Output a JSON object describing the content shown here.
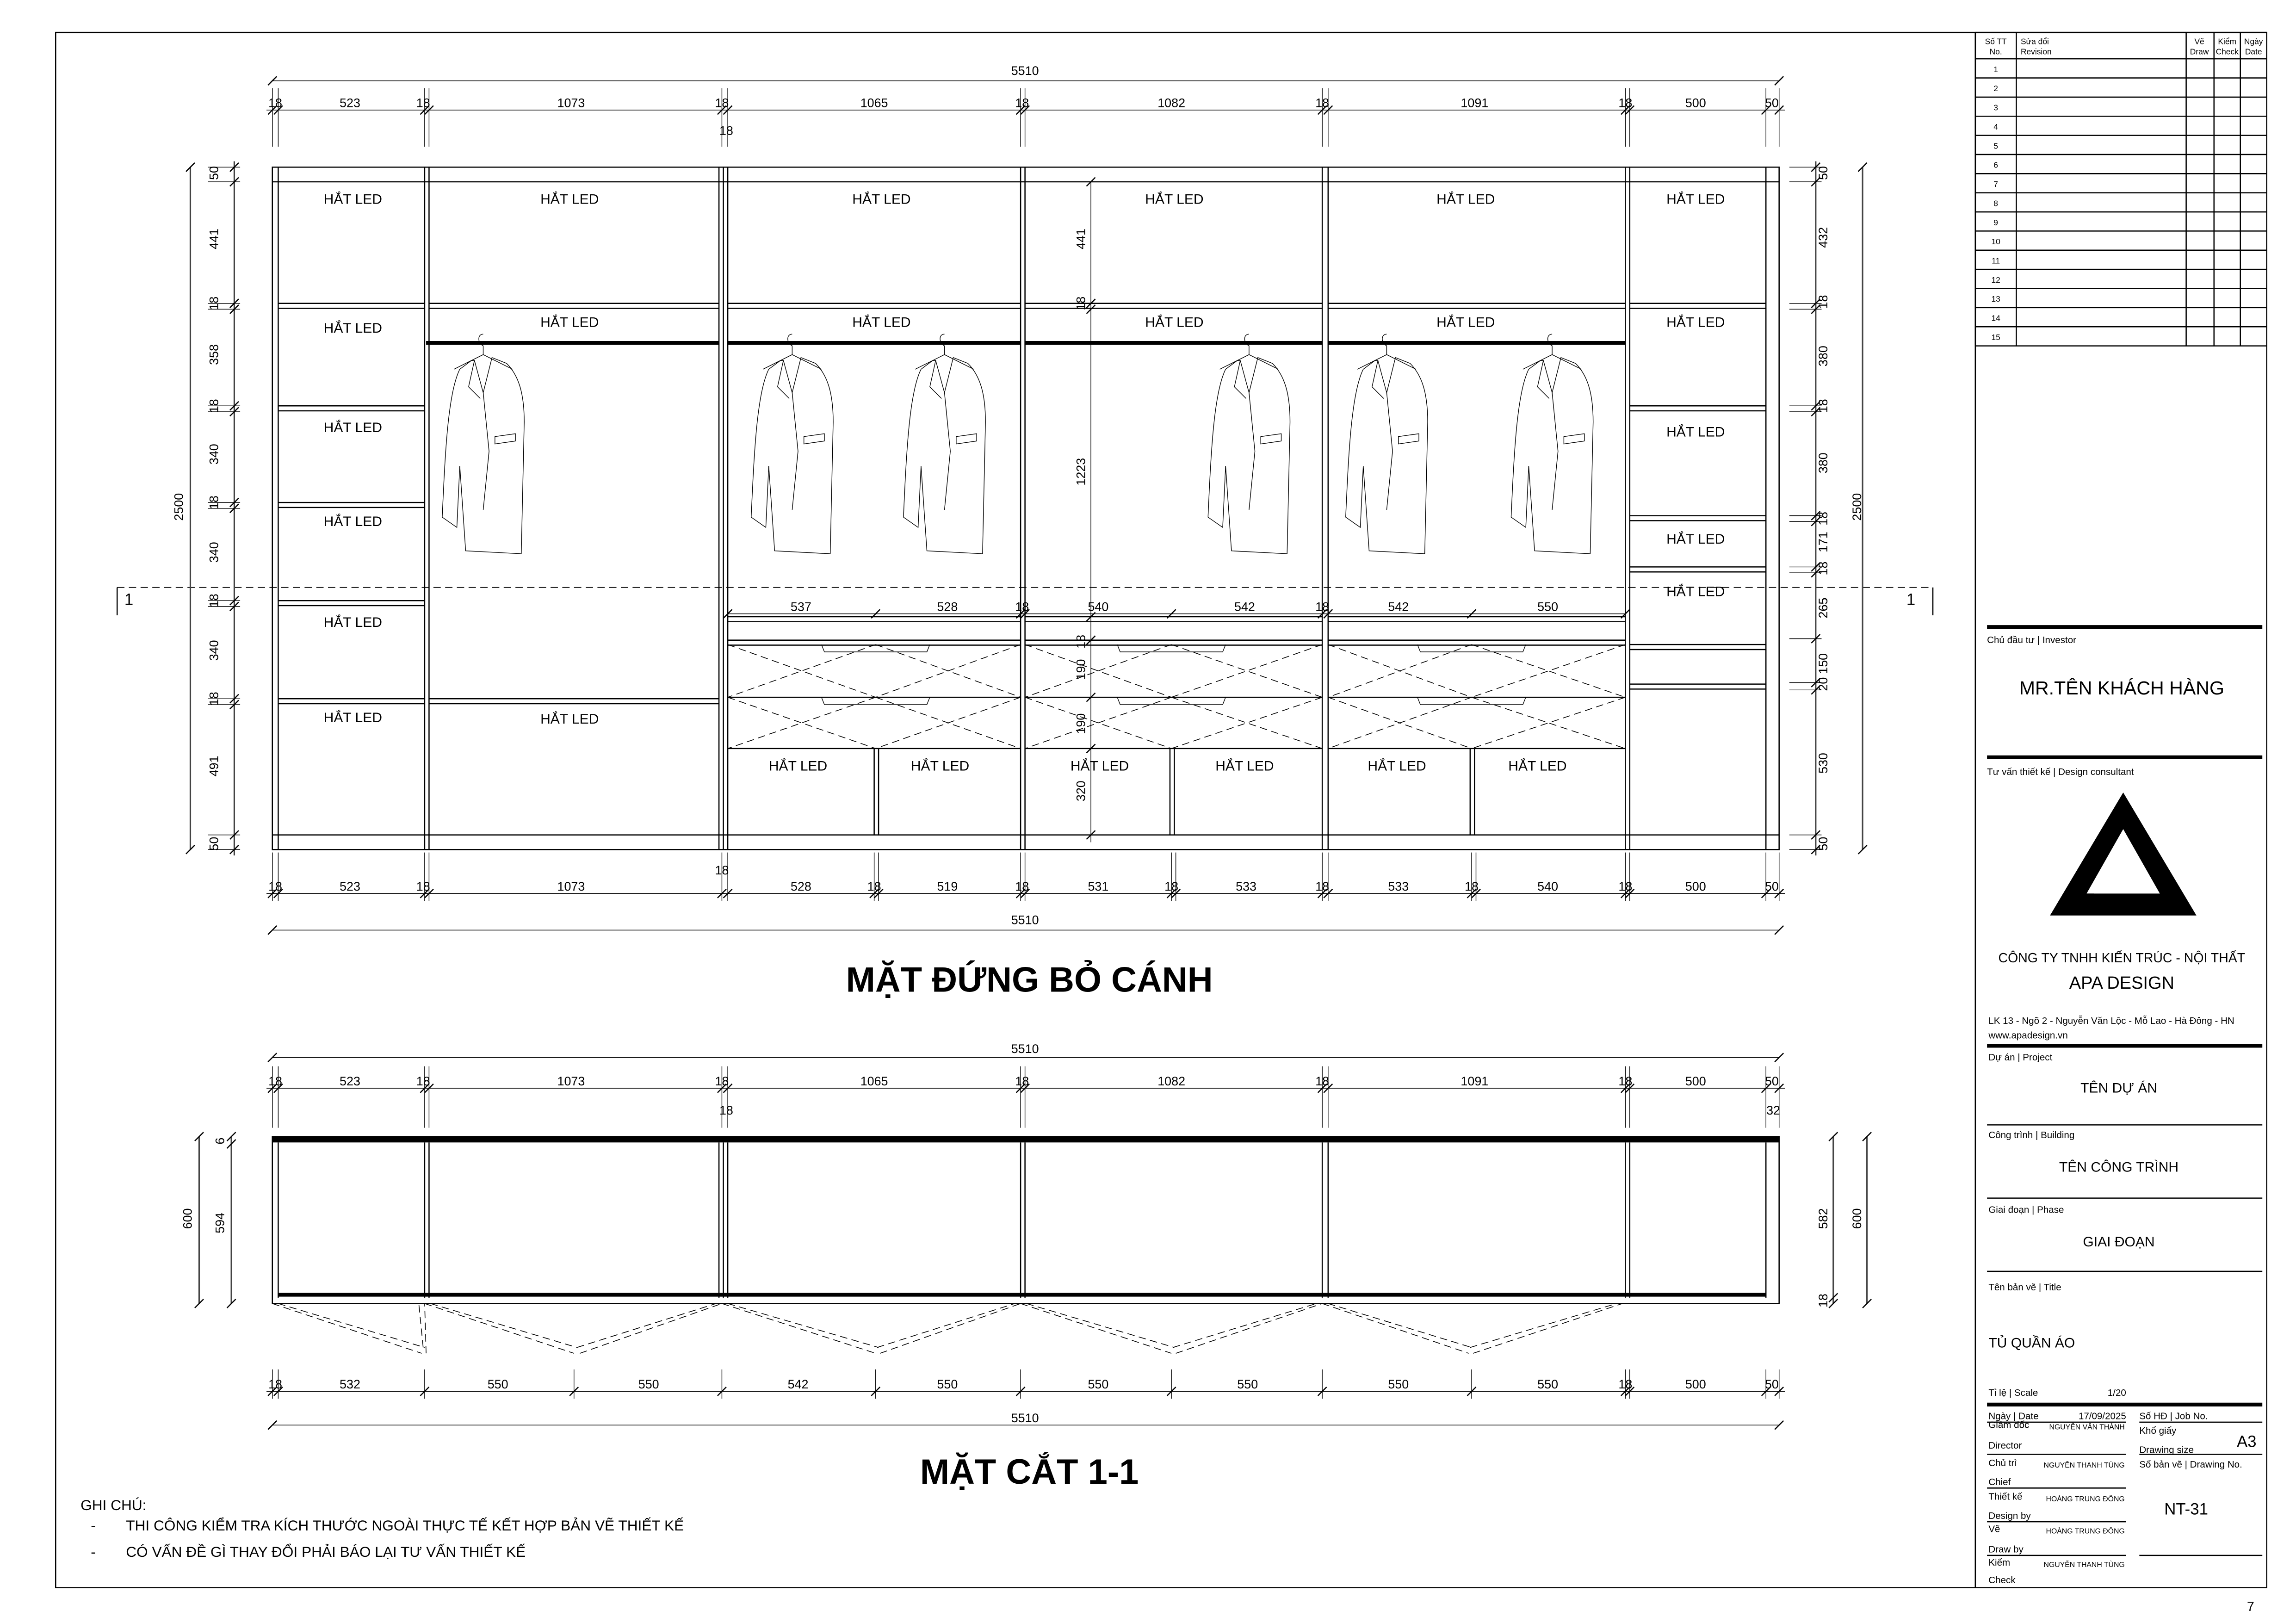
{
  "sheet": {
    "page_number": "7"
  },
  "elevation": {
    "title": "MẶT ĐỨNG BỎ CÁNH",
    "led_label": "HẮT LED",
    "section_marker": "1",
    "overall_width": "5510",
    "overall_height": "2500",
    "top_dims": [
      "18",
      "523",
      "18",
      "1073",
      "18",
      "1065",
      "18",
      "1082",
      "18",
      "1091",
      "18",
      "500",
      "50"
    ],
    "top_extra": "18",
    "bottom_dims": [
      "18",
      "523",
      "18",
      "1073",
      "18",
      "528",
      "18",
      "519",
      "18",
      "531",
      "18",
      "533",
      "18",
      "533",
      "18",
      "540",
      "18",
      "500",
      "50"
    ],
    "left_dims": [
      "50",
      "441",
      "18",
      "358",
      "18",
      "340",
      "18",
      "340",
      "18",
      "340",
      "18",
      "491",
      "50"
    ],
    "right_dims": [
      "50",
      "432",
      "18",
      "380",
      "18",
      "380",
      "18",
      "171",
      "18",
      "265",
      "150",
      "20",
      "530",
      "50"
    ],
    "middle_dims": [
      "441",
      "18",
      "1223",
      "18",
      "190",
      "190",
      "320"
    ],
    "drawer_dims": [
      "537",
      "528",
      "18",
      "540",
      "542",
      "18",
      "542",
      "550"
    ]
  },
  "section": {
    "title": "MẶT CẮT 1-1",
    "overall_width": "5510",
    "top_dims": [
      "18",
      "523",
      "18",
      "1073",
      "18",
      "1065",
      "18",
      "1082",
      "18",
      "1091",
      "18",
      "500",
      "50"
    ],
    "top_extra": [
      "18",
      "32"
    ],
    "bottom_dims": [
      "18",
      "532",
      "550",
      "550",
      "542",
      "550",
      "550",
      "550",
      "550",
      "550",
      "18",
      "500",
      "50"
    ],
    "left_dims": [
      "600",
      "594",
      "6"
    ],
    "right_dims": [
      "582",
      "600",
      "18"
    ]
  },
  "notes": {
    "heading": "GHI CHÚ:",
    "bullet": "-",
    "items": [
      "THI CÔNG KIỂM TRA KÍCH THƯỚC NGOÀI THỰC TẾ KẾT HỢP BẢN VẼ THIẾT KẾ",
      "CÓ VẤN ĐỀ GÌ THAY ĐỔI PHẢI BÁO LẠI TƯ VẤN THIẾT KẾ"
    ]
  },
  "title_block": {
    "revision_headers": {
      "no_vi": "Số TT",
      "no_en": "No.",
      "rev_vi": "Sửa đổi",
      "rev_en": "Revision",
      "draw_vi": "Vẽ",
      "draw_en": "Draw",
      "check_vi": "Kiểm",
      "check_en": "Check",
      "date_vi": "Ngày",
      "date_en": "Date"
    },
    "revision_rows": [
      "1",
      "2",
      "3",
      "4",
      "5",
      "6",
      "7",
      "8",
      "9",
      "10",
      "11",
      "12",
      "13",
      "14",
      "15"
    ],
    "investor_label": "Chủ đầu tư | Investor",
    "investor": "MR.TÊN KHÁCH HÀNG",
    "consultant_label": "Tư vấn thiết kế | Design consultant",
    "company_line1": "CÔNG TY TNHH KIẾN TRÚC - NỘI THẤT",
    "company_line2": "APA DESIGN",
    "address": "LK 13 - Ngõ 2 - Nguyễn Văn Lộc - Mỗ Lao - Hà Đông - HN",
    "website": "www.apadesign.vn",
    "project_label": "Dự án | Project",
    "project": "TÊN DỰ ÁN",
    "building_label": "Công trình | Building",
    "building": "TÊN CÔNG TRÌNH",
    "phase_label": "Giai đoạn | Phase",
    "phase": "GIAI ĐOẠN",
    "title_label": "Tên bản vẽ | Title",
    "title": "TỦ QUẦN ÁO",
    "scale_label": "Tỉ lệ | Scale",
    "scale": "1/20",
    "date_label": "Ngày | Date",
    "date": "17/09/2025",
    "director_vi": "Giám đốc",
    "director_en": "Director",
    "director": "NGUYỄN VĂN THÀNH",
    "chief_vi": "Chủ trì",
    "chief_en": "Chief",
    "chief": "NGUYỄN THANH TÙNG",
    "design_vi": "Thiết kế",
    "design_en": "Design by",
    "designer": "HOÀNG TRUNG ĐÔNG",
    "draw_vi": "Vẽ",
    "draw_en": "Draw by",
    "drafter": "HOÀNG TRUNG ĐÔNG",
    "check_vi": "Kiểm",
    "check_en": "Check",
    "checker": "NGUYỄN THANH TÙNG",
    "job_label": "Số HĐ | Job No.",
    "size_label_vi": "Khổ giấy",
    "size_label_en": "Drawing size",
    "size": "A3",
    "drawing_no_label": "Số bản vẽ | Drawing No.",
    "drawing_no": "NT-31"
  }
}
